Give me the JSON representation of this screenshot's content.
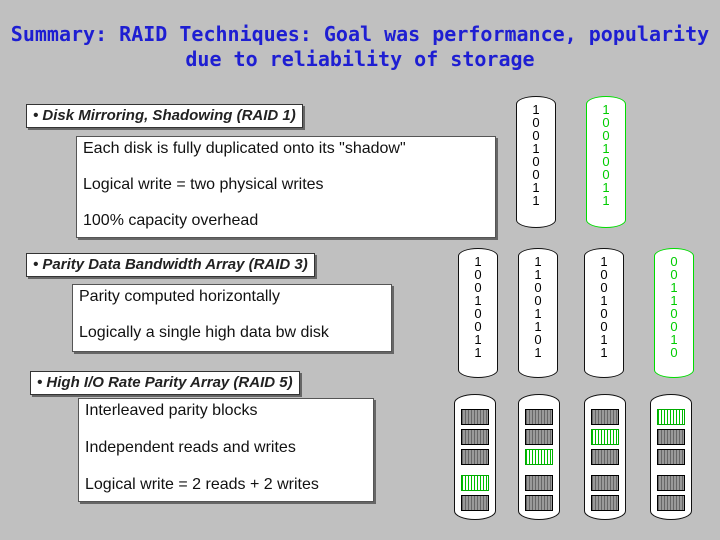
{
  "title": "Summary: RAID Techniques: Goal was performance, popularity due to reliability of storage",
  "raid1": {
    "bullet": "• Disk Mirroring, Shadowing (RAID 1)",
    "lines": [
      "Each disk is fully duplicated onto its \"shadow\"",
      "Logical write = two physical writes",
      "100% capacity overhead"
    ],
    "disks": [
      {
        "bits": [
          "1",
          "0",
          "0",
          "1",
          "0",
          "0",
          "1",
          "1"
        ],
        "color": "#000000"
      },
      {
        "bits": [
          "1",
          "0",
          "0",
          "1",
          "0",
          "0",
          "1",
          "1"
        ],
        "color": "#00cc00"
      }
    ]
  },
  "raid3": {
    "bullet": "• Parity Data Bandwidth Array (RAID 3)",
    "lines": [
      "Parity computed horizontally",
      "Logically a single high data bw disk"
    ],
    "disks": [
      {
        "bits": [
          "1",
          "0",
          "0",
          "1",
          "0",
          "0",
          "1",
          "1"
        ],
        "color": "#000000"
      },
      {
        "bits": [
          "1",
          "1",
          "0",
          "0",
          "1",
          "1",
          "0",
          "1"
        ],
        "color": "#000000"
      },
      {
        "bits": [
          "1",
          "0",
          "0",
          "1",
          "0",
          "0",
          "1",
          "1"
        ],
        "color": "#000000"
      },
      {
        "bits": [
          "0",
          "0",
          "1",
          "1",
          "0",
          "0",
          "1",
          "0"
        ],
        "color": "#00cc00"
      }
    ]
  },
  "raid5": {
    "bullet": "• High I/O Rate Parity Array (RAID 5)",
    "lines": [
      "Interleaved parity blocks",
      "Independent reads and writes",
      "Logical write = 2 reads + 2 writes"
    ]
  },
  "colors": {
    "title": "#1e1ed2",
    "parity": "#00cc00",
    "background": "#c0c0c0"
  }
}
